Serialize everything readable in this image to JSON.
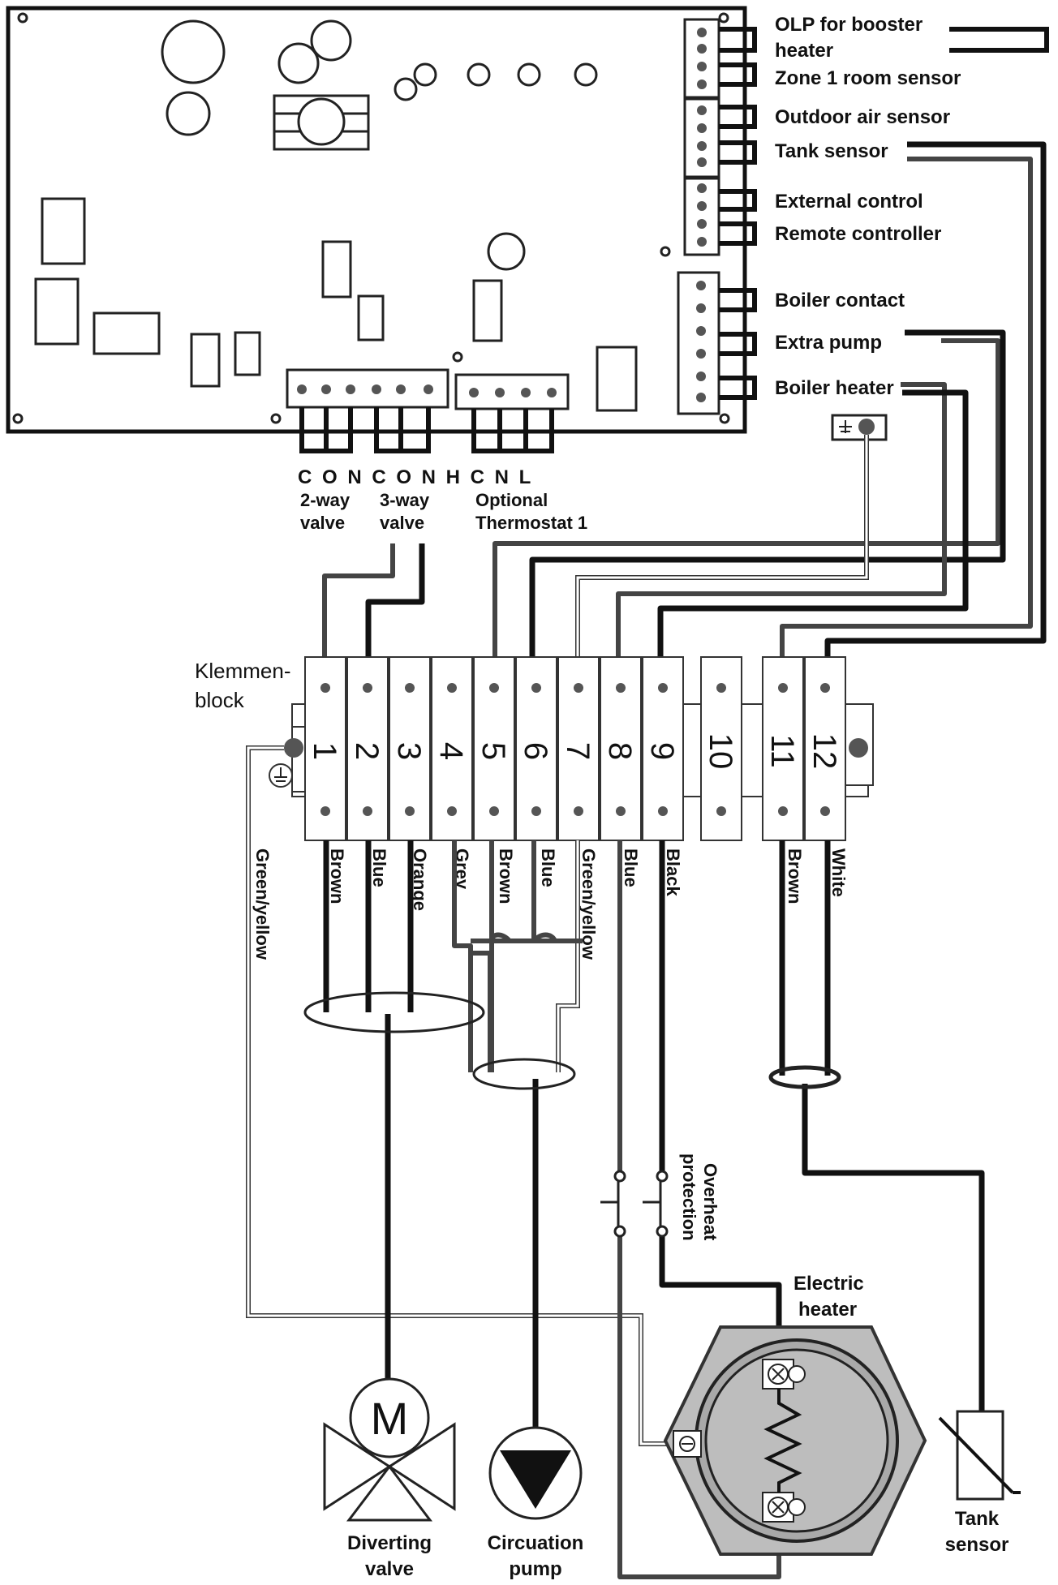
{
  "pcb_connectors": {
    "olp_booster_heater": "OLP for booster heater",
    "olp_line1": "OLP for booster",
    "olp_line2": "heater",
    "zone1_room_sensor": "Zone 1 room sensor",
    "outdoor_air_sensor": "Outdoor air sensor",
    "tank_sensor": "Tank sensor",
    "external_control": "External control",
    "remote_controller": "Remote controller",
    "boiler_contact": "Boiler contact",
    "extra_pump": "Extra pump",
    "boiler_heater": "Boiler heater"
  },
  "bottom_terminals": {
    "letters": "C O N C O N H  C N L",
    "two_way_line1": "2-way",
    "two_way_line2": "valve",
    "three_way_line1": "3-way",
    "three_way_line2": "valve",
    "thermostat_line1": "Optional",
    "thermostat_line2": "Thermostat 1"
  },
  "terminal_block": {
    "label_line1": "Klemmen-",
    "label_line2": "block",
    "numbers": [
      "1",
      "2",
      "3",
      "4",
      "5",
      "6",
      "7",
      "8",
      "9",
      "10",
      "11",
      "12"
    ]
  },
  "wire_colors": {
    "ground": "Green/yellow",
    "t1": "Brown",
    "t2": "Blue",
    "t3": "Orange",
    "t4": "Grey",
    "t5": "Brown",
    "t6": "Blue",
    "t7": "Green/yellow",
    "t8": "Blue",
    "t9": "Black",
    "t11": "Brown",
    "t12": "White"
  },
  "components": {
    "overheat_line1": "Overheat",
    "overheat_line2": "protection",
    "electric_heater_line1": "Electric",
    "electric_heater_line2": "heater",
    "motor_symbol": "M",
    "diverting_line1": "Diverting",
    "diverting_line2": "valve",
    "pump_line1": "Circuation",
    "pump_line2": "pump",
    "tank_sensor_line1": "Tank",
    "tank_sensor_line2": "sensor"
  },
  "icons": [
    "ground-icon",
    "motor-icon",
    "pump-icon",
    "heater-element-icon",
    "thermistor-icon",
    "switch-icon"
  ]
}
